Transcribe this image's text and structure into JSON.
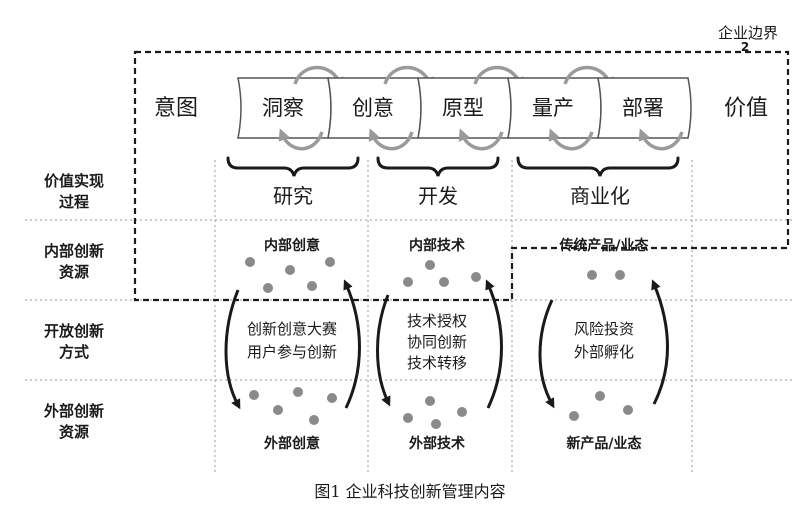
{
  "boundary_label": "企业边界",
  "boundary_marker": "2",
  "process": {
    "start": "意图",
    "stages": [
      "洞察",
      "创意",
      "原型",
      "量产",
      "部署"
    ],
    "end": "价值"
  },
  "phases": [
    "研究",
    "开发",
    "商业化"
  ],
  "rows": [
    {
      "label": [
        "价值实现",
        "过程"
      ]
    },
    {
      "label": [
        "内部创新",
        "资源"
      ]
    },
    {
      "label": [
        "开放创新",
        "方式"
      ]
    },
    {
      "label": [
        "外部创新",
        "资源"
      ]
    }
  ],
  "columns": [
    {
      "internal": "内部创意",
      "methods": [
        "创新创意大赛",
        "用户参与创新"
      ],
      "external": "外部创意"
    },
    {
      "internal": "内部技术",
      "methods": [
        "技术授权",
        "协同创新",
        "技术转移"
      ],
      "external": "外部技术"
    },
    {
      "internal": "传统产品/业态",
      "methods": [
        "风险投资",
        "外部孵化"
      ],
      "external": "新产品/业态"
    }
  ],
  "caption": "图1  企业科技创新管理内容",
  "colors": {
    "ink": "#1a1a1a",
    "dot": "#8a8a8a",
    "arrow": "#9a9a9a",
    "grid": "#9a9a9a"
  }
}
